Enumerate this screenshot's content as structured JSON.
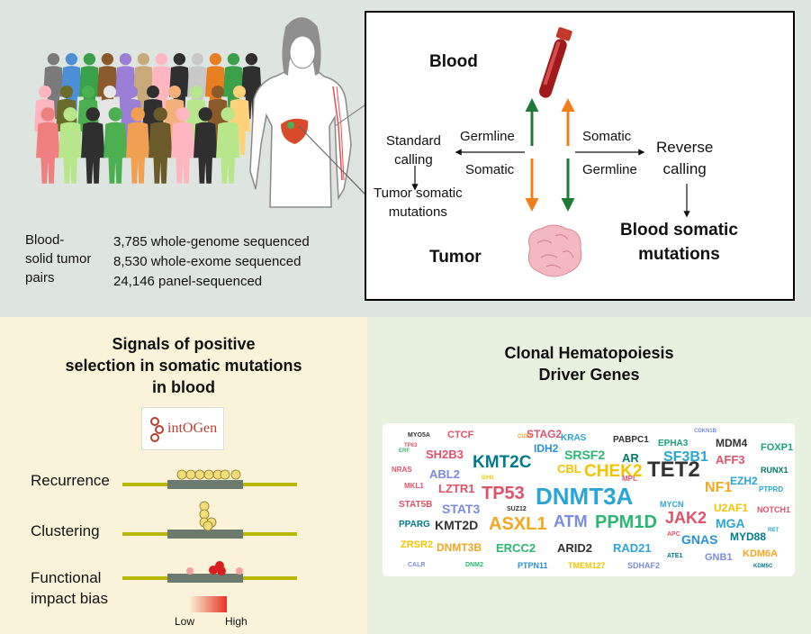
{
  "top": {
    "pairs_label": [
      "Blood-",
      "solid tumor",
      "pairs"
    ],
    "counts": [
      "3,785 whole-genome sequenced",
      "8,530 whole-exome sequenced",
      "24,146 panel-sequenced"
    ],
    "blood": "Blood",
    "tumor": "Tumor",
    "standard_calling": [
      "Standard",
      "calling"
    ],
    "tumor_somatic": [
      "Tumor somatic",
      "mutations"
    ],
    "left_germline": "Germline",
    "left_somatic": "Somatic",
    "right_somatic": "Somatic",
    "right_germline": "Germline",
    "reverse_calling": [
      "Reverse",
      "calling"
    ],
    "blood_somatic": [
      "Blood somatic",
      "mutations"
    ]
  },
  "selection": {
    "title": [
      "Signals of positive",
      "selection in somatic mutations",
      "in blood"
    ],
    "logo": "intOGen",
    "recurrence": "Recurrence",
    "clustering": "Clustering",
    "functional": [
      "Functional",
      "impact bias"
    ],
    "low": "Low",
    "high": "High"
  },
  "drivers": {
    "title": [
      "Clonal Hematopoiesis",
      "Driver Genes"
    ],
    "genes": [
      {
        "text": "MYO5A",
        "color": "#333333",
        "size": 7
      },
      {
        "text": "TP63",
        "color": "#e0526a",
        "size": 6
      },
      {
        "text": "ERF",
        "color": "#3cb371",
        "size": 6
      },
      {
        "text": "CTCF",
        "color": "#e0526a",
        "size": 11
      },
      {
        "text": "CUX1",
        "color": "#f5a623",
        "size": 6
      },
      {
        "text": "STAG2",
        "color": "#e0526a",
        "size": 12
      },
      {
        "text": "KRAS",
        "color": "#2aa6d6",
        "size": 10
      },
      {
        "text": "PABPC1",
        "color": "#333333",
        "size": 10
      },
      {
        "text": "CDKN1B",
        "color": "#7b8cde",
        "size": 6
      },
      {
        "text": "EPHA3",
        "color": "#1aa37a",
        "size": 10
      },
      {
        "text": "MDM4",
        "color": "#333333",
        "size": 12
      },
      {
        "text": "FOXP1",
        "color": "#1aa37a",
        "size": 11
      },
      {
        "text": "SH2B3",
        "color": "#e0526a",
        "size": 13
      },
      {
        "text": "IDH2",
        "color": "#2a90d6",
        "size": 12
      },
      {
        "text": "SRSF2",
        "color": "#2bb673",
        "size": 14
      },
      {
        "text": "AR",
        "color": "#007a6e",
        "size": 13
      },
      {
        "text": "SF3B1",
        "color": "#2aa6d6",
        "size": 16
      },
      {
        "text": "AFF3",
        "color": "#e0526a",
        "size": 13
      },
      {
        "text": "RUNX1",
        "color": "#007a6e",
        "size": 9
      },
      {
        "text": "NRAS",
        "color": "#e0526a",
        "size": 8
      },
      {
        "text": "KMT2C",
        "color": "#007a8c",
        "size": 19
      },
      {
        "text": "CBL",
        "color": "#f5c400",
        "size": 13
      },
      {
        "text": "CHEK2",
        "color": "#f5c400",
        "size": 19
      },
      {
        "text": "EZH2",
        "color": "#2aa6d6",
        "size": 12
      },
      {
        "text": "ABL2",
        "color": "#7b8cde",
        "size": 13
      },
      {
        "text": "MPL",
        "color": "#e0526a",
        "size": 8
      },
      {
        "text": "TET2",
        "color": "#333333",
        "size": 24
      },
      {
        "text": "NF1",
        "color": "#f5a623",
        "size": 16
      },
      {
        "text": "PTPRD",
        "color": "#2aa6d6",
        "size": 8
      },
      {
        "text": "MKL1",
        "color": "#e0526a",
        "size": 8
      },
      {
        "text": "IDH1",
        "color": "#f5c400",
        "size": 6
      },
      {
        "text": "LZTR1",
        "color": "#e0526a",
        "size": 13
      },
      {
        "text": "TP53",
        "color": "#e0526a",
        "size": 20
      },
      {
        "text": "DNMT3A",
        "color": "#2aa6d6",
        "size": 26
      },
      {
        "text": "U2AF1",
        "color": "#f5c400",
        "size": 12
      },
      {
        "text": "STAT5B",
        "color": "#e0526a",
        "size": 10
      },
      {
        "text": "SUZ12",
        "color": "#333333",
        "size": 7
      },
      {
        "text": "STAT3",
        "color": "#7b8cde",
        "size": 14
      },
      {
        "text": "MYCN",
        "color": "#2aa6d6",
        "size": 9
      },
      {
        "text": "NOTCH1",
        "color": "#e0526a",
        "size": 9
      },
      {
        "text": "PPARG",
        "color": "#007a8c",
        "size": 10
      },
      {
        "text": "KMT2D",
        "color": "#333333",
        "size": 14
      },
      {
        "text": "ASXL1",
        "color": "#f5a623",
        "size": 20
      },
      {
        "text": "ATM",
        "color": "#7b8cde",
        "size": 18
      },
      {
        "text": "PPM1D",
        "color": "#2bb673",
        "size": 20
      },
      {
        "text": "JAK2",
        "color": "#e0526a",
        "size": 18
      },
      {
        "text": "MGA",
        "color": "#2aa6d6",
        "size": 14
      },
      {
        "text": "RET",
        "color": "#2aa6d6",
        "size": 6
      },
      {
        "text": "ZRSR2",
        "color": "#f5c400",
        "size": 11
      },
      {
        "text": "DNMT3B",
        "color": "#f5a623",
        "size": 12
      },
      {
        "text": "ERCC2",
        "color": "#2bb673",
        "size": 13
      },
      {
        "text": "ARID2",
        "color": "#333333",
        "size": 13
      },
      {
        "text": "RAD21",
        "color": "#2aa6d6",
        "size": 13
      },
      {
        "text": "APC",
        "color": "#e0526a",
        "size": 7
      },
      {
        "text": "GNAS",
        "color": "#2a90d6",
        "size": 14
      },
      {
        "text": "MYD88",
        "color": "#007a8c",
        "size": 12
      },
      {
        "text": "ATE1",
        "color": "#007a8c",
        "size": 7
      },
      {
        "text": "KDM6A",
        "color": "#f5a623",
        "size": 11
      },
      {
        "text": "CALR",
        "color": "#7b8cde",
        "size": 7
      },
      {
        "text": "DNM2",
        "color": "#2bb673",
        "size": 7
      },
      {
        "text": "PTPN11",
        "color": "#2a90d6",
        "size": 9
      },
      {
        "text": "TMEM127",
        "color": "#f5c400",
        "size": 9
      },
      {
        "text": "SDHAF2",
        "color": "#7b8cde",
        "size": 9
      },
      {
        "text": "GNB1",
        "color": "#7b8cde",
        "size": 11
      },
      {
        "text": "KDM5C",
        "color": "#007a8c",
        "size": 6
      }
    ]
  }
}
